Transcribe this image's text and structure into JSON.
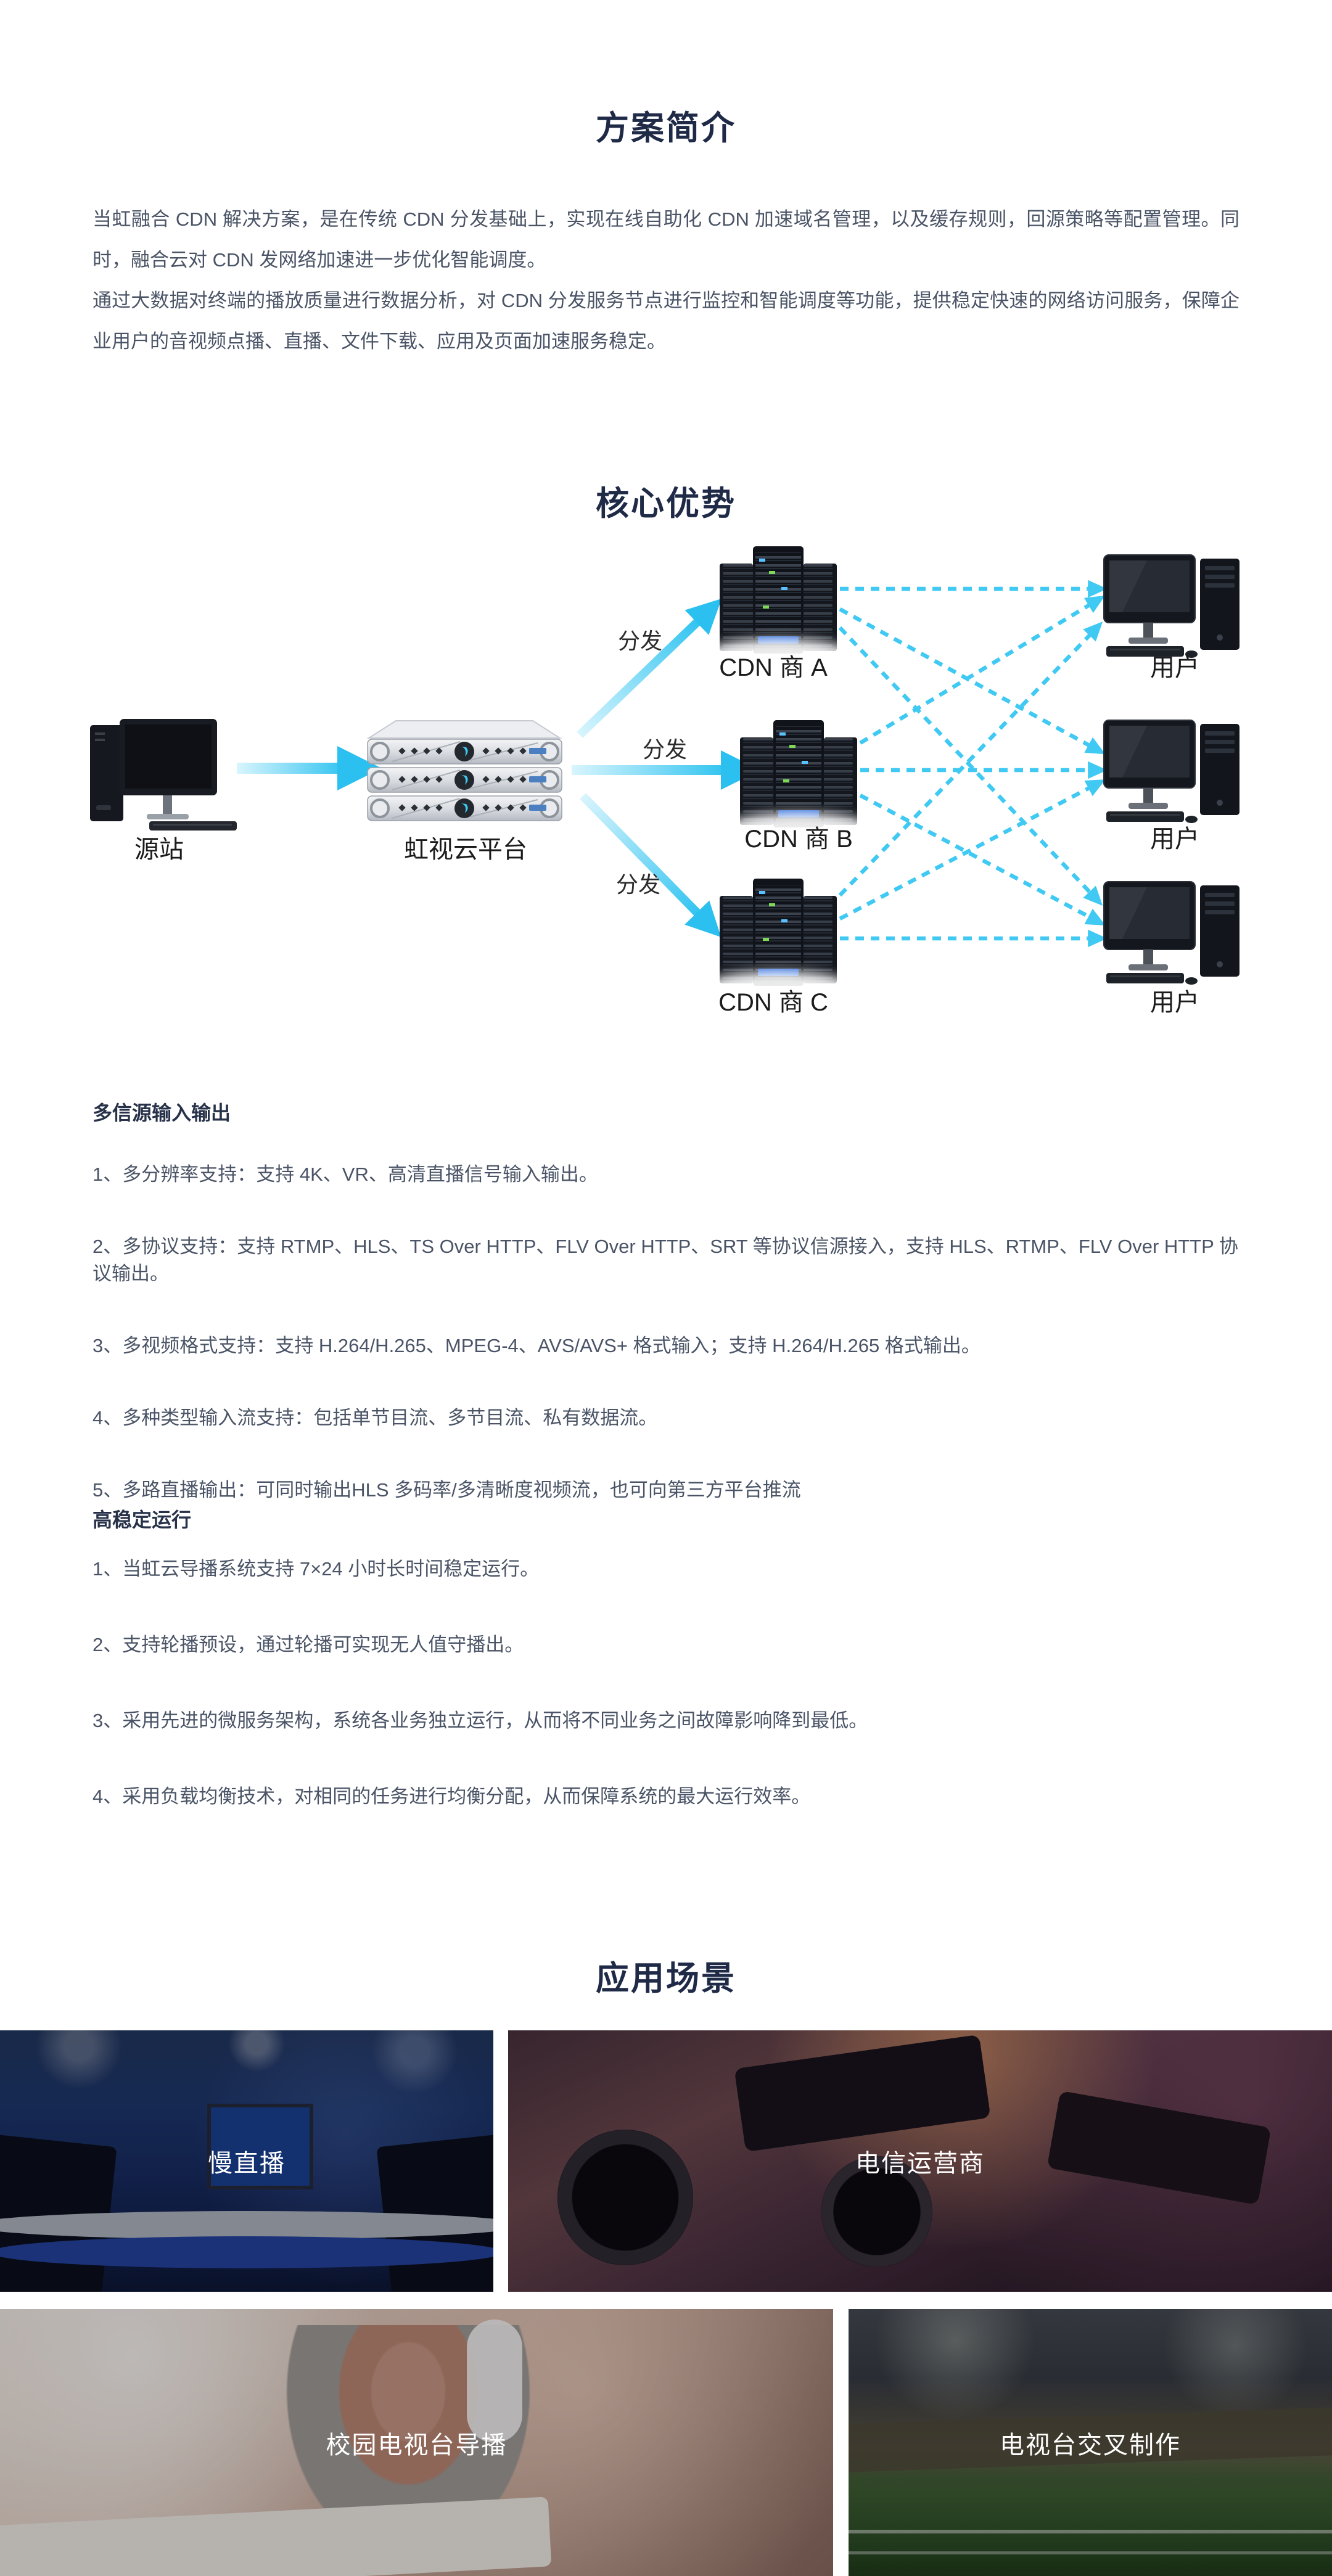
{
  "intro": {
    "title": "方案简介",
    "paragraphs": [
      "当虹融合 CDN 解决方案，是在传统 CDN 分发基础上，实现在线自助化 CDN 加速域名管理，以及缓存规则，回源策略等配置管理。同时，融合云对 CDN 发网络加速进一步优化智能调度。",
      "通过大数据对终端的播放质量进行数据分析，对 CDN 分发服务节点进行监控和智能调度等功能，提供稳定快速的网络访问服务，保障企业用户的音视频点播、直播、文件下载、应用及页面加速服务稳定。"
    ]
  },
  "advantages": {
    "title": "核心优势",
    "diagram": {
      "source_label": "源站",
      "platform_label": "虹视云平台",
      "distribute_label": "分发",
      "cdn_labels": [
        "CDN 商 A",
        "CDN 商 B",
        "CDN 商 C"
      ],
      "user_label": "用户",
      "icons": {
        "source": "workstation-icon",
        "platform": "rack-server-stack-icon",
        "cdn": "server-cluster-icon",
        "user": "desktop-pc-icon"
      }
    },
    "sections": [
      {
        "heading": "多信源输入输出",
        "items": [
          "1、多分辨率支持：支持 4K、VR、高清直播信号输入输出。",
          "2、多协议支持：支持 RTMP、HLS、TS Over HTTP、FLV Over HTTP、SRT 等协议信源接入，支持 HLS、RTMP、FLV Over HTTP 协议输出。",
          "3、多视频格式支持：支持 H.264/H.265、MPEG-4、AVS/AVS+ 格式输入；支持 H.264/H.265 格式输出。",
          "4、多种类型输入流支持：包括单节目流、多节目流、私有数据流。",
          "5、多路直播输出：可同时输出HLS 多码率/多清晰度视频流，也可向第三方平台推流"
        ]
      },
      {
        "heading": "高稳定运行",
        "items": [
          "1、当虹云导播系统支持 7×24 小时长时间稳定运行。",
          "2、支持轮播预设，通过轮播可实现无人值守播出。",
          "3、采用先进的微服务架构，系统各业务独立运行，从而将不同业务之间故障影响降到最低。",
          "4、采用负载均衡技术，对相同的任务进行均衡分配，从而保障系统的最大运行效率。"
        ]
      }
    ]
  },
  "scenarios": {
    "title": "应用场景",
    "cards": [
      {
        "label": "慢直播"
      },
      {
        "label": "电信运营商"
      },
      {
        "label": "校园电视台导播"
      },
      {
        "label": "电视台交叉制作"
      }
    ]
  },
  "colors": {
    "title_navy": "#1f2a47",
    "body_text": "#4a5466",
    "accent_cyan": "#35c6f0",
    "card_label": "#ffffff"
  }
}
